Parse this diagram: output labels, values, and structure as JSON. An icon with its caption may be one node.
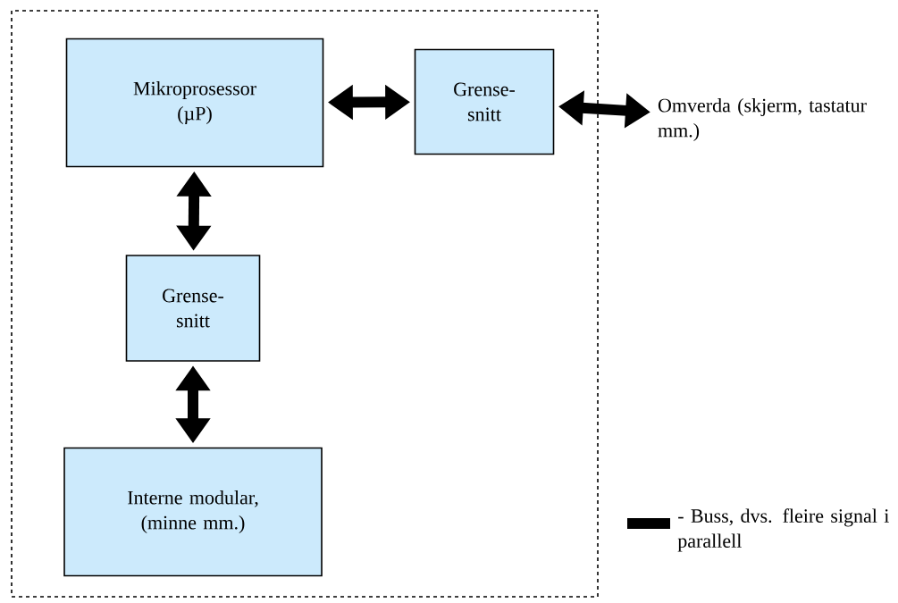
{
  "diagram": {
    "nodes": [
      {
        "text": [],
        "shape": "box"
      },
      {
        "text": [
          "Mikroprosessor (µP)"
        ],
        "in": 0
      },
      {
        "text": [
          "Grense- snitt"
        ],
        "in": 0
      },
      {
        "text": [
          "Grense- snitt"
        ],
        "in": 0
      },
      {
        "text": [
          "Interne modular, (minne mm.)"
        ],
        "in": 0
      },
      {
        "text": [
          "Omverda (skjerm, tastatur mm.)"
        ]
      }
    ],
    "edges": [
      {
        "from": 1,
        "to": 2,
        "arrow": "both"
      },
      {
        "from": 2,
        "to": 5,
        "arrow": "both"
      },
      {
        "from": 1,
        "to": 3,
        "arrow": "both"
      },
      {
        "from": 3,
        "to": 4,
        "arrow": "both"
      }
    ],
    "legend": [
      {
        "text": "- Buss, dvs. fleire signal i parallell"
      }
    ]
  }
}
